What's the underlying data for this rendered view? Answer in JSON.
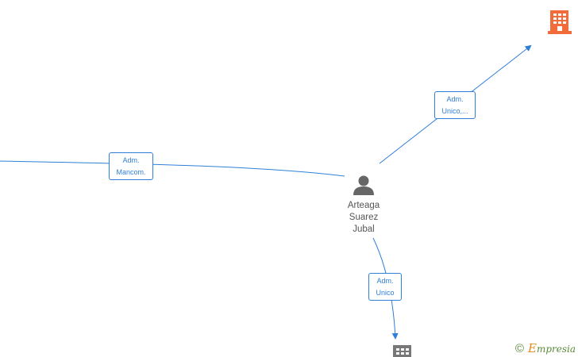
{
  "person": {
    "name_lines": [
      "Arteaga",
      "Suarez",
      "Jubal"
    ]
  },
  "edges": [
    {
      "id": "left",
      "label_lines": [
        "Adm.",
        "Mancom."
      ]
    },
    {
      "id": "top-right",
      "label_lines": [
        "Adm.",
        "Unico,..."
      ]
    },
    {
      "id": "bottom",
      "label_lines": [
        "Adm.",
        "Unico"
      ]
    }
  ],
  "watermark": {
    "symbol": "©",
    "brand_initial": "E",
    "brand_rest": "mpresia"
  },
  "colors": {
    "edge": "#2f7fd8",
    "person_icon": "#666666",
    "company_highlight": "#f26b3a",
    "company_default": "#777777"
  },
  "icons": {
    "person": "person-icon",
    "company_top": "building-icon",
    "company_bottom": "building-icon"
  }
}
